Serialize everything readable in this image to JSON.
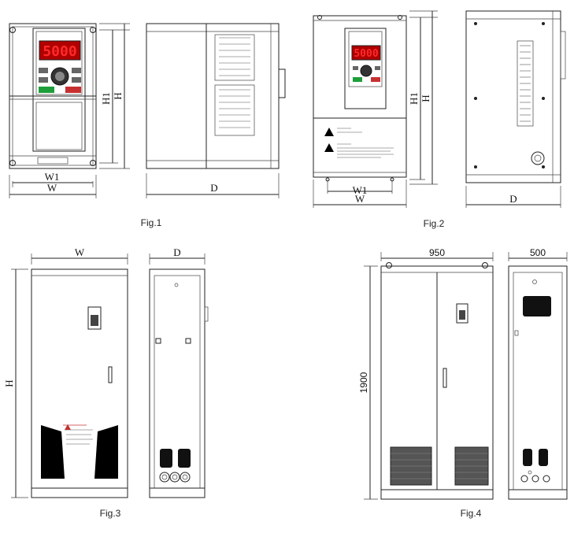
{
  "figures": {
    "fig1": {
      "caption": "Fig.1",
      "display": "5000",
      "w": "W",
      "w1": "W1",
      "h": "H",
      "h1": "H1",
      "d": "D"
    },
    "fig2": {
      "caption": "Fig.2",
      "display": "5000",
      "w": "W",
      "w1": "W1",
      "h": "H",
      "h1": "H1",
      "d": "D"
    },
    "fig3": {
      "caption": "Fig.3",
      "w": "W",
      "h": "H",
      "d": "D"
    },
    "fig4": {
      "caption": "Fig.4",
      "width": "950",
      "height": "1900",
      "depth": "500"
    }
  },
  "colors": {
    "line": "#222222",
    "display_bg": "#b00000",
    "display_text": "#ff2a2a",
    "run_button": "#1e9e3a",
    "stop_button": "#c83030",
    "warning": "#000000"
  }
}
